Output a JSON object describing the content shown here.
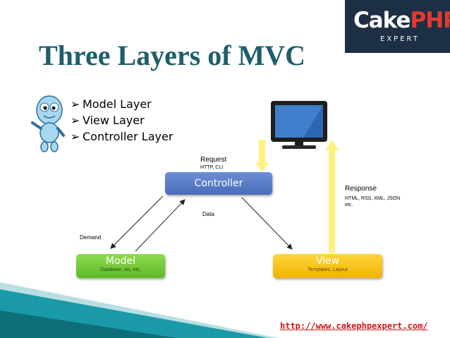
{
  "logo": {
    "word1": "Cake",
    "word2": "PHP",
    "subtitle": "EXPERT"
  },
  "title": "Three Layers of MVC",
  "bullets": [
    {
      "check": "➢",
      "label": "Model Layer"
    },
    {
      "check": "➢",
      "label": "View Layer"
    },
    {
      "check": "➢",
      "label": "Controller Layer"
    }
  ],
  "diagram": {
    "controller": {
      "label": "Controller"
    },
    "model": {
      "label": "Model",
      "sub": "Database, ws, etc."
    },
    "view": {
      "label": "View",
      "sub": "Templates, Layout"
    },
    "request": {
      "label": "Request",
      "sub": "HTTP, CLI etc."
    },
    "response": {
      "label": "Response",
      "sub": "HTML, RSS, XML, JSON etc."
    },
    "data_label": "Data",
    "demand_label": "Demand"
  },
  "footer_url": "http://www.cakephpexpert.com/",
  "colors": {
    "title": "#1f5e6a",
    "controller": "#5a7cc6",
    "model": "#6cc332",
    "view": "#f7c300",
    "arrow_up": "#fff27a",
    "url": "#d01818",
    "stripe": "#1a9aa8"
  }
}
